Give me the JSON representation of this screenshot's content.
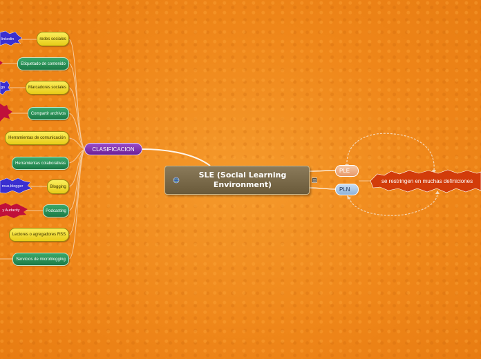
{
  "central": {
    "title": "SLE (Social Learning Environment)"
  },
  "clasificacion": {
    "label": "CLASIFICACION"
  },
  "items": [
    {
      "label": "redes sociales",
      "tag": "linkedin"
    },
    {
      "label": "Etiquetado de contenido"
    },
    {
      "label": "Marcadores sociales",
      "tag": "go"
    },
    {
      "label": "Compartir archivos"
    },
    {
      "label": "Herramientas de comunicación"
    },
    {
      "label": "Herramientas colaborativas"
    },
    {
      "label": "Blogging",
      "tag": "rous,blogger"
    },
    {
      "label": "Podcasting",
      "tag": "y Audacity"
    },
    {
      "label": "Lectores o agregadores RSS"
    },
    {
      "label": "Servicios de microblogging"
    }
  ],
  "ple": {
    "label": "PLE"
  },
  "pln": {
    "label": "PLN"
  },
  "note": {
    "label": "se restringen en muchas definiciones"
  },
  "colors": {
    "background": "#f08a1e",
    "burst_red": "#d23c0a",
    "burst_blue": "#3a2fd0",
    "burst_crimson": "#c0103a"
  }
}
